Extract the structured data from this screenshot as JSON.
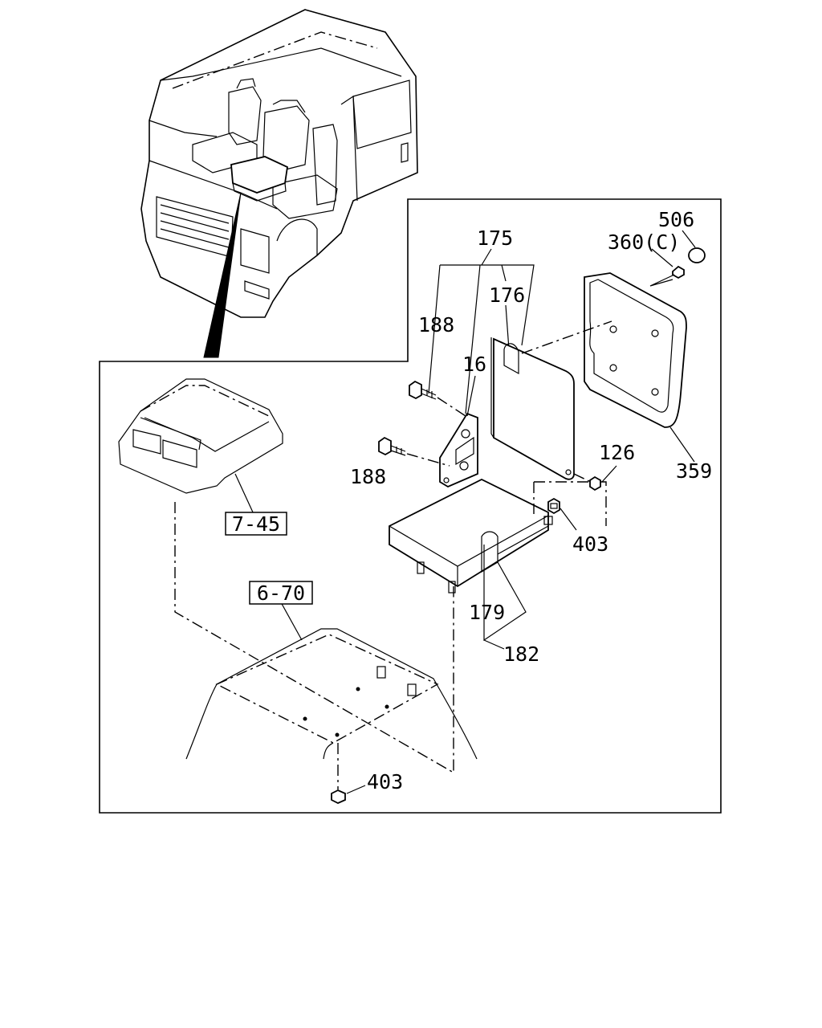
{
  "diagram": {
    "callouts": {
      "p506": "506",
      "p360c": "360(C)",
      "p175": "175",
      "p176": "176",
      "p188a": "188",
      "p16": "16",
      "p188b": "188",
      "p126": "126",
      "p359": "359",
      "p403a": "403",
      "p179": "179",
      "p182": "182",
      "p403b": "403"
    },
    "references": {
      "ref_745": "7-45",
      "ref_670": "6-70"
    }
  }
}
